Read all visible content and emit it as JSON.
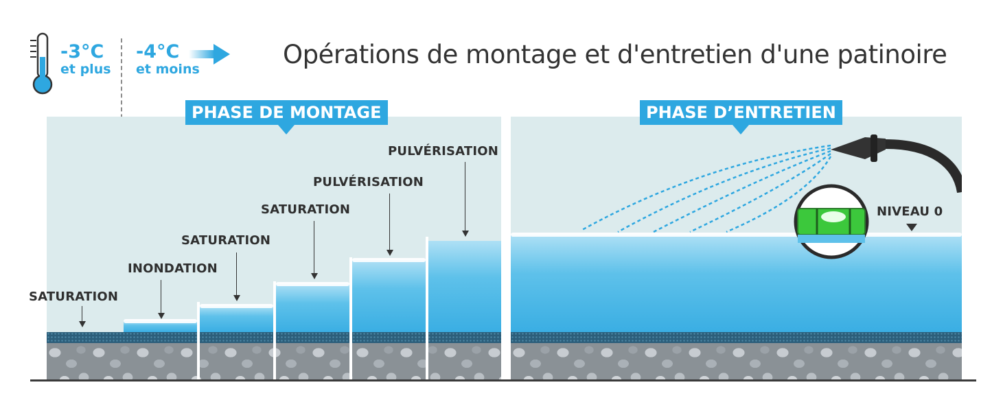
{
  "title": "Opérations de montage et d'entretien d'une patinoire",
  "temperatures": {
    "warm": {
      "value": "-3°C",
      "label": "et plus"
    },
    "cold": {
      "value": "-4°C",
      "label": "et moins"
    }
  },
  "phases": {
    "montage": "PHASE DE MONTAGE",
    "entretien": "PHASE D’ENTRETIEN"
  },
  "steps": [
    "SATURATION",
    "INONDATION",
    "SATURATION",
    "SATURATION",
    "PULVÉRISATION",
    "PULVÉRISATION"
  ],
  "level_label": "NIVEAU 0",
  "colors": {
    "accent": "#2ea7e0",
    "text": "#333333",
    "panel": "#dcebed",
    "level_green": "#3cc83c"
  },
  "icons": [
    "thermometer-icon",
    "arrow-right-icon",
    "water-hose-icon",
    "spirit-level-icon"
  ]
}
